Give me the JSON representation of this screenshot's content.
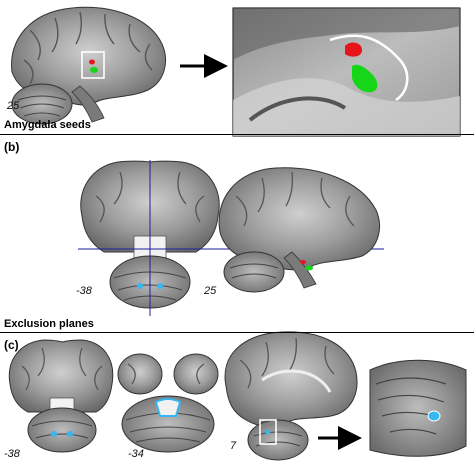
{
  "panel_a": {
    "slice_label": "25",
    "caption": "Amygdala seeds"
  },
  "panel_b": {
    "letter": "(b)",
    "slice_labels": [
      "-38",
      "25"
    ],
    "caption": "Exclusion planes"
  },
  "panel_c": {
    "letter": "(c)",
    "slice_labels": [
      "-38",
      "-34",
      "7"
    ]
  },
  "colors": {
    "seed_red": "#e8141c",
    "seed_green": "#17d617",
    "exclusion_cyan": "#37b7f0",
    "plane_line": "#1e1e9e"
  }
}
